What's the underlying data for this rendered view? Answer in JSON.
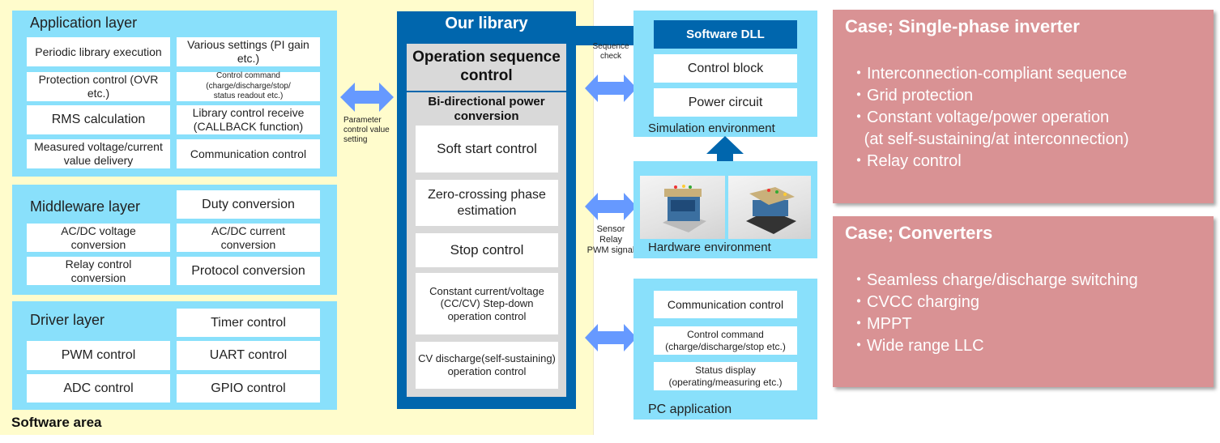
{
  "software_area": {
    "label": "Software area",
    "application_layer": {
      "title": "Application layer",
      "cells": [
        "Periodic library execution",
        "Various settings (PI gain etc.)",
        "Protection control (OVR etc.)",
        "Control command (charge/discharge/stop/ status readout etc.)",
        "RMS calculation",
        "Library control receive (CALLBACK function)",
        "Measured voltage/current value delivery",
        "Communication control"
      ]
    },
    "middleware_layer": {
      "title": "Middleware layer",
      "cells": [
        "Duty conversion",
        "AC/DC voltage conversion",
        "AC/DC current conversion",
        "Relay control conversion",
        "Protocol conversion"
      ]
    },
    "driver_layer": {
      "title": "Driver layer",
      "cells": [
        "Timer control",
        "PWM control",
        "UART control",
        "ADC control",
        "GPIO control"
      ]
    },
    "arrow_label": "Parameter control value setting"
  },
  "library": {
    "title": "Our library",
    "operation_sequence": "Operation sequence control",
    "bidirectional": {
      "title": "Bi-directional power conversion",
      "items": [
        "Soft start control",
        "Zero-crossing phase estimation",
        "Stop control",
        "Constant current/voltage (CC/CV) Step-down operation control",
        "CV discharge(self-sustaining) operation control"
      ]
    }
  },
  "connectors": {
    "sequence_check": "Sequence check",
    "signals": [
      "Sensor",
      "Relay",
      "PWM signal"
    ]
  },
  "simulation": {
    "label": "Simulation environment",
    "dll": "Software DLL",
    "items": [
      "Control block",
      "Power circuit"
    ]
  },
  "hardware": {
    "label": "Hardware environment",
    "photos": [
      "inverter-board-photo",
      "converter-board-photo"
    ]
  },
  "pc_app": {
    "label": "PC application",
    "items": [
      "Communication control",
      "Control command (charge/discharge/stop etc.)",
      "Status display (operating/measuring etc.)"
    ]
  },
  "cases": [
    {
      "title": "Case; Single-phase inverter",
      "items": [
        "・Interconnection-compliant sequence",
        "・Grid protection",
        "・Constant voltage/power operation",
        "   (at self-sustaining/at interconnection)",
        "・Relay control"
      ]
    },
    {
      "title": "Case; Converters",
      "items": [
        "・Seamless charge/discharge switching",
        "・CVCC charging",
        "・MPPT",
        "・Wide range LLC"
      ]
    }
  ],
  "colors": {
    "software_area_bg": "#fffccc",
    "layer_bg": "#89e0fb",
    "library_blue": "#0066ad",
    "arrow_blue": "#6699ff",
    "case_bg": "#d99294",
    "gray_block": "#d9d9d9"
  }
}
